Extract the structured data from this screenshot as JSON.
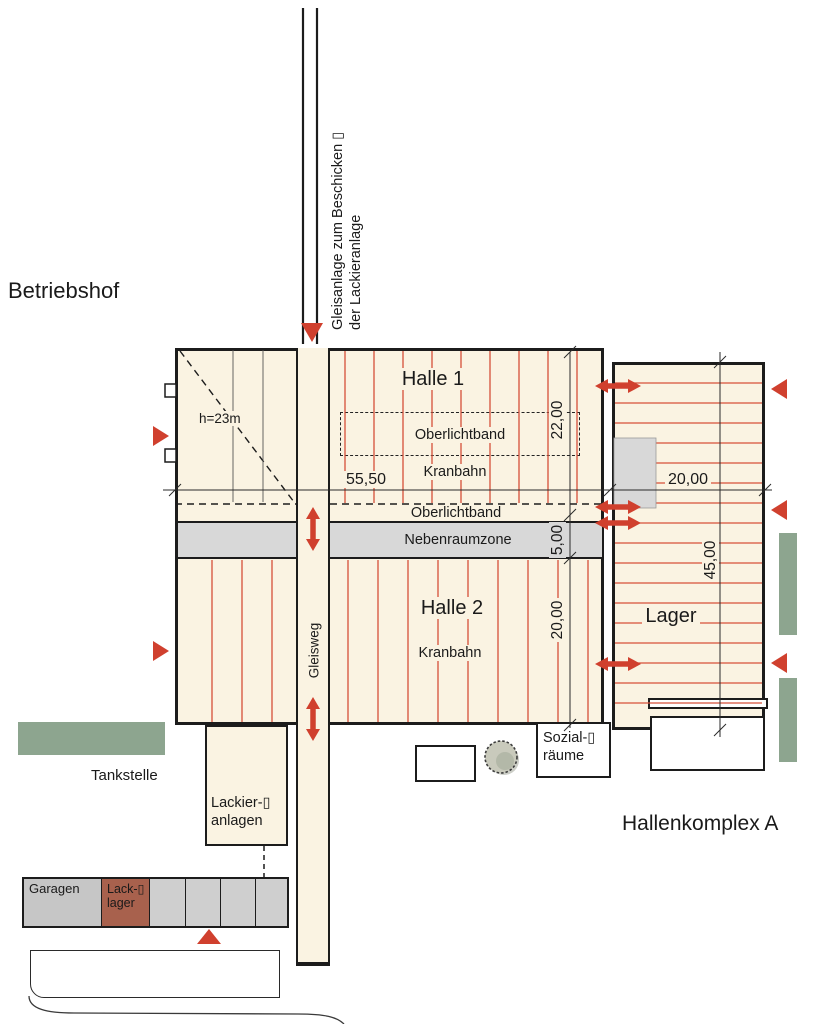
{
  "colors": {
    "cream": "#faf3e2",
    "band_gray": "#d8d8d8",
    "sage_green": "#8da58f",
    "accent_red": "#d0402e",
    "grid_red": "#d6503a",
    "brown": "#a8614d",
    "outline": "#1c1c1c"
  },
  "areas": {
    "betriebshof": "Betriebshof",
    "hallenkomplex_a": "Hallenkomplex A"
  },
  "rail": {
    "gleisanlage_line1": "Gleisanlage zum Beschicken ▯",
    "gleisanlage_line2": "der Lackieranlage",
    "gleisweg": "Gleisweg"
  },
  "halle1": {
    "title": "Halle 1",
    "oberlichtband": "Oberlichtband",
    "kranbahn": "Kranbahn",
    "height_note": "h=23m"
  },
  "mittelzone": {
    "oberlichtband": "Oberlichtband",
    "nebenraumzone": "Nebenraumzone"
  },
  "halle2": {
    "title": "Halle 2",
    "kranbahn": "Kranbahn"
  },
  "lager": {
    "title": "Lager"
  },
  "nebengebaeude": {
    "tankstelle": "Tankstelle",
    "lackieranlagen_line1": "Lackier-▯",
    "lackieranlagen_line2": "anlagen",
    "sozialraeume_line1": "Sozial-▯",
    "sozialraeume_line2": "räume",
    "garagen": "Garagen",
    "lacklager_line1": "Lack-▯",
    "lacklager_line2": "lager"
  },
  "dimensions": {
    "halle1_breite": "55,50",
    "lager_breite": "20,00",
    "halle1_tiefe": "22,00",
    "nebenraum_tiefe": "5,00",
    "halle2_tiefe": "20,00",
    "lager_laenge": "45,00"
  }
}
